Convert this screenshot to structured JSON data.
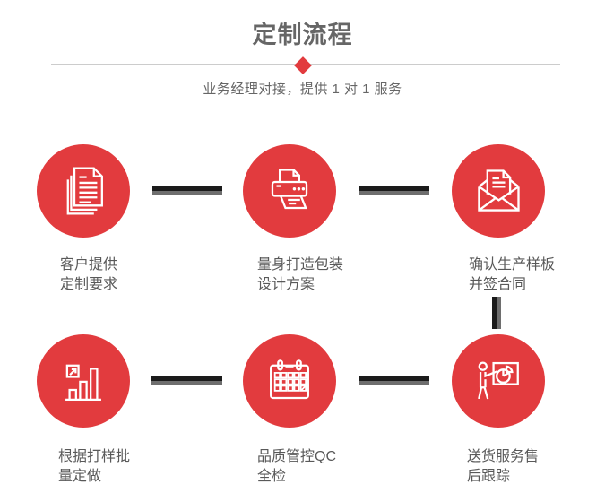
{
  "header": {
    "title": "定制流程",
    "subtitle": "业务经理对接，提供 1 对 1 服务"
  },
  "colors": {
    "accent": "#e23b3e",
    "title_text": "#666666",
    "subtitle_text": "#666666",
    "label_text": "#595959",
    "connector_dark": "#1b1b1b",
    "connector_light": "#6e6e6e",
    "divider_line": "#cccccc",
    "icon_stroke": "#ffffff"
  },
  "steps": [
    {
      "icon": "documents-icon",
      "lines": [
        "客户提供",
        "定制要求"
      ]
    },
    {
      "icon": "printer-icon",
      "lines": [
        "量身打造包装",
        "设计方案"
      ]
    },
    {
      "icon": "envelope-icon",
      "lines": [
        "确认生产样板",
        "并签合同"
      ]
    },
    {
      "icon": "bar-chart-icon",
      "lines": [
        "根据打样批",
        "量定做"
      ]
    },
    {
      "icon": "calendar-icon",
      "lines": [
        "品质管控QC",
        "全检"
      ]
    },
    {
      "icon": "presentation-icon",
      "lines": [
        "送货服务售",
        "后跟踪"
      ]
    }
  ]
}
